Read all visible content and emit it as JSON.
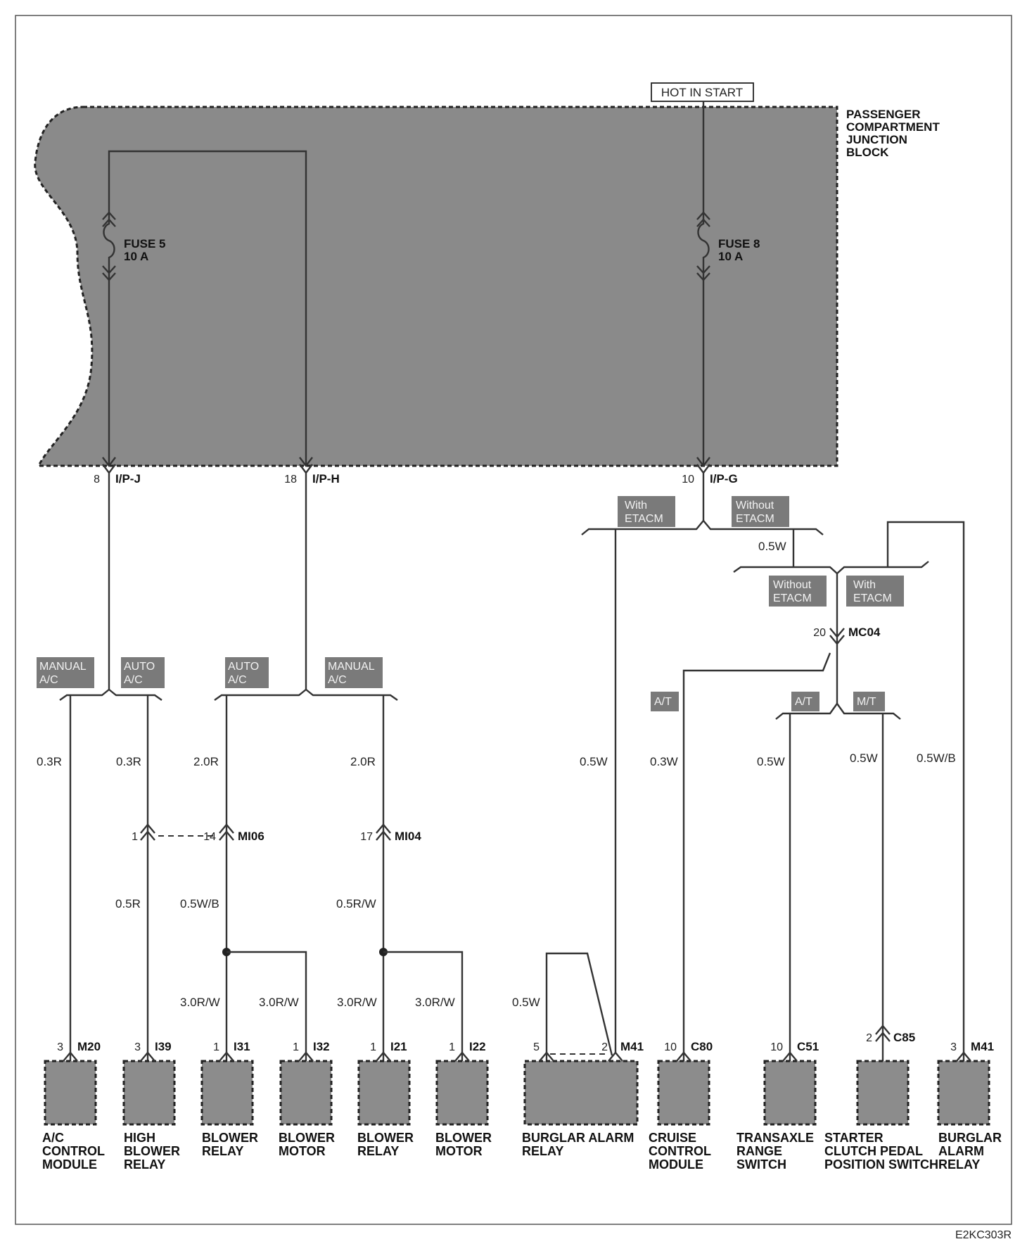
{
  "frame": {
    "code": "E2KC303R"
  },
  "junction_block": {
    "label_lines": [
      "PASSENGER",
      "COMPARTMENT",
      "JUNCTION",
      "BLOCK"
    ],
    "hot_in_start": "HOT IN START",
    "fuse5": {
      "name": "FUSE 5",
      "rating": "10 A"
    },
    "fuse8": {
      "name": "FUSE 8",
      "rating": "10 A"
    }
  },
  "terminals": {
    "ipj": {
      "pin": "8",
      "name": "I/P-J"
    },
    "iph": {
      "pin": "18",
      "name": "I/P-H"
    },
    "ipg": {
      "pin": "10",
      "name": "I/P-G"
    }
  },
  "option_tags": {
    "manual_ac_1": [
      "MANUAL",
      "A/C"
    ],
    "auto_ac_1": [
      "AUTO",
      "A/C"
    ],
    "auto_ac_2": [
      "AUTO",
      "A/C"
    ],
    "manual_ac_2": [
      "MANUAL",
      "A/C"
    ],
    "with_etacm_1": [
      "With",
      "ETACM"
    ],
    "without_etacm_1": [
      "Without",
      "ETACM"
    ],
    "without_etacm_2": [
      "Without",
      "ETACM"
    ],
    "with_etacm_2": [
      "With",
      "ETACM"
    ],
    "at_1": [
      "A/T"
    ],
    "at_2": [
      "A/T"
    ],
    "mt": [
      "M/T"
    ]
  },
  "wires": {
    "w1": "0.3R",
    "w2": "0.3R",
    "w3": "2.0R",
    "w4": "2.0R",
    "w5": "0.5W",
    "w6": "0.3W",
    "w7": "0.5W",
    "w8": "0.5W",
    "w9": "0.5W/B",
    "w10": "0.5W",
    "w11": "0.5R",
    "w12": "0.5W/B",
    "w13": "0.5R/W",
    "w14": "3.0R/W",
    "w15": "3.0R/W",
    "w16": "3.0R/W",
    "w17": "3.0R/W",
    "w18": "0.5W"
  },
  "connectors": {
    "mc04": {
      "pin": "20",
      "name": "MC04"
    },
    "mi06": {
      "pin_left": "1",
      "pin": "14",
      "name": "MI06"
    },
    "mi04": {
      "pin": "17",
      "name": "MI04"
    },
    "c85": {
      "pin": "2",
      "name": "C85"
    }
  },
  "components": [
    {
      "pin": "3",
      "conn": "M20",
      "lines": [
        "A/C",
        "CONTROL",
        "MODULE"
      ]
    },
    {
      "pin": "3",
      "conn": "I39",
      "lines": [
        "HIGH",
        "BLOWER",
        "RELAY"
      ]
    },
    {
      "pin": "1",
      "conn": "I31",
      "lines": [
        "BLOWER",
        "RELAY"
      ]
    },
    {
      "pin": "1",
      "conn": "I32",
      "lines": [
        "BLOWER",
        "MOTOR"
      ]
    },
    {
      "pin": "1",
      "conn": "I21",
      "lines": [
        "BLOWER",
        "RELAY"
      ]
    },
    {
      "pin": "1",
      "conn": "I22",
      "lines": [
        "BLOWER",
        "MOTOR"
      ]
    },
    {
      "pin": "2",
      "pin_left": "5",
      "conn": "M41",
      "lines": [
        "BURGLAR ALARM",
        "RELAY"
      ]
    },
    {
      "pin": "10",
      "conn": "C80",
      "lines": [
        "CRUISE",
        "CONTROL",
        "MODULE"
      ]
    },
    {
      "pin": "10",
      "conn": "C51",
      "lines": [
        "TRANSAXLE",
        "RANGE",
        "SWITCH"
      ]
    },
    {
      "pin": "",
      "conn": "",
      "lines": [
        "STARTER",
        "CLUTCH PEDAL",
        "POSITION SWITCH"
      ]
    },
    {
      "pin": "3",
      "conn": "M41",
      "lines": [
        "BURGLAR",
        "ALARM",
        "RELAY"
      ]
    }
  ]
}
